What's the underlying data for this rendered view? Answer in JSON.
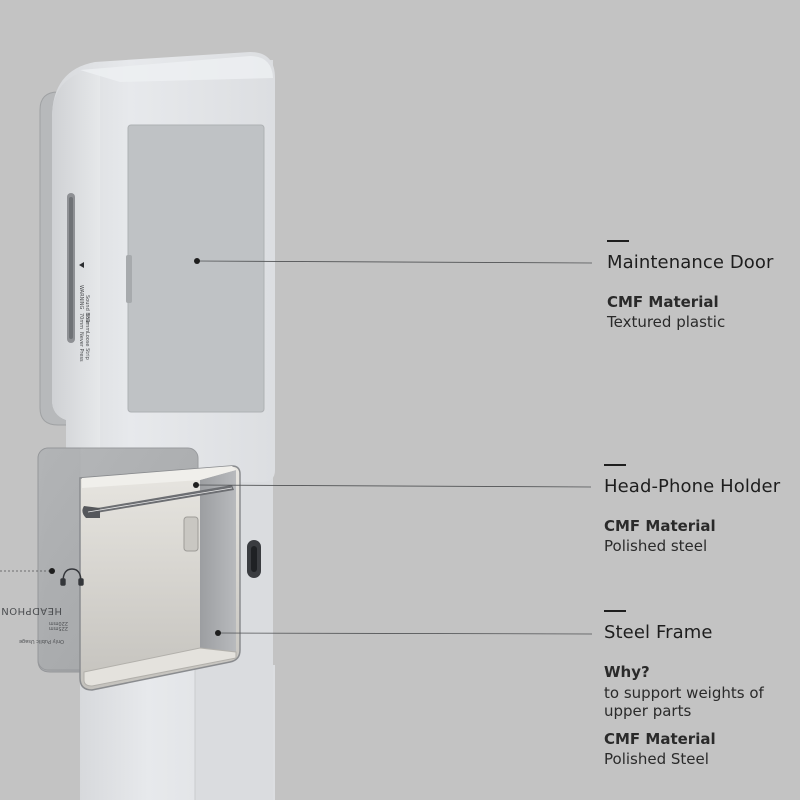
{
  "callouts": {
    "maintenance_door": {
      "title": "Maintenance Door",
      "cmf_label": "CMF Material",
      "cmf_value": "Textured plastic"
    },
    "headphone_holder": {
      "title": "Head-Phone Holder",
      "cmf_label": "CMF Material",
      "cmf_value": "Polished steel"
    },
    "steel_frame": {
      "title": "Steel Frame",
      "why_label": "Why?",
      "why_value": "to support weights of upper parts",
      "cmf_label": "CMF Material",
      "cmf_value": "Polished Steel"
    }
  },
  "device": {
    "side_label": "WARNING",
    "side_line_1": "Sound Hole",
    "side_line_2": "70mm",
    "side_line_3": "150mm",
    "side_line_4": "Never Press",
    "side_line_5": "Loose Strip",
    "plate_label": "HEADPHONE",
    "plate_line_1": "220mm",
    "plate_line_2": "225mm",
    "plate_line_3": "Only Public Usage",
    "icons": [
      "triangle-warning-icon",
      "headphone-icon"
    ]
  },
  "colors": {
    "background": "#c3c3c3",
    "device_body": "#e3e5e8",
    "door_panel": "#bfc2c5",
    "plate": "#a9abad",
    "steel": "#d6d4cf",
    "text": "#1e1e1e"
  }
}
